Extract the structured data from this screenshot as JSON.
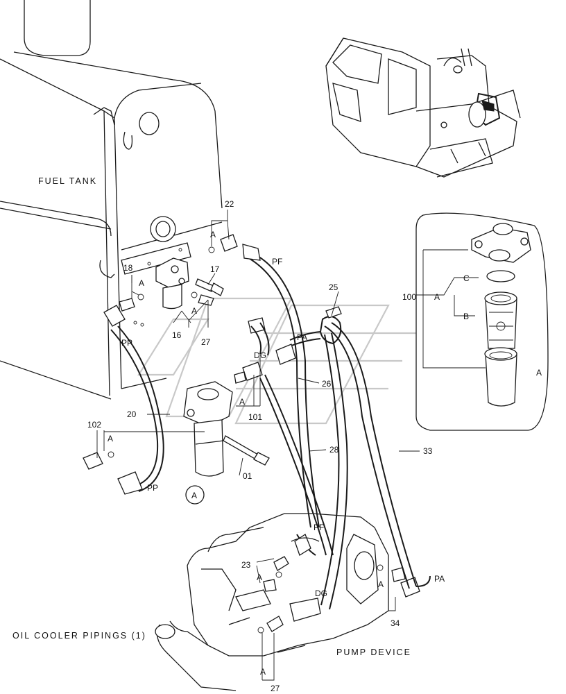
{
  "captions": {
    "fuel_tank": "FUEL TANK",
    "title": "OIL COOLER PIPINGS (1)",
    "pump_device": "PUMP DEVICE"
  },
  "part_numbers": {
    "p01": "01",
    "p16": "16",
    "p17": "17",
    "p18": "18",
    "p20": "20",
    "p22": "22",
    "p23": "23",
    "p25": "25",
    "p26": "26",
    "p27_top": "27",
    "p27_bottom": "27",
    "p28": "28",
    "p33": "33",
    "p34": "34",
    "p100": "100",
    "p101": "101",
    "p102": "102"
  },
  "port_labels": {
    "pf_top": "PF",
    "pf_bottom": "PF",
    "pp_left": "PP",
    "pp_lower": "PP",
    "pa_mid": "PA",
    "pa_right": "PA",
    "dg_mid": "DG",
    "dg_bottom": "DG"
  },
  "callouts": {
    "a_22": "A",
    "a_18": "A",
    "a_27": "A",
    "a_101": "A",
    "a_102": "A",
    "a_23": "A",
    "a_34": "A",
    "a_27b": "A",
    "a_100": "A",
    "a_inset_side": "A",
    "a_circle": "A",
    "b_100": "B",
    "c_100": "C"
  }
}
